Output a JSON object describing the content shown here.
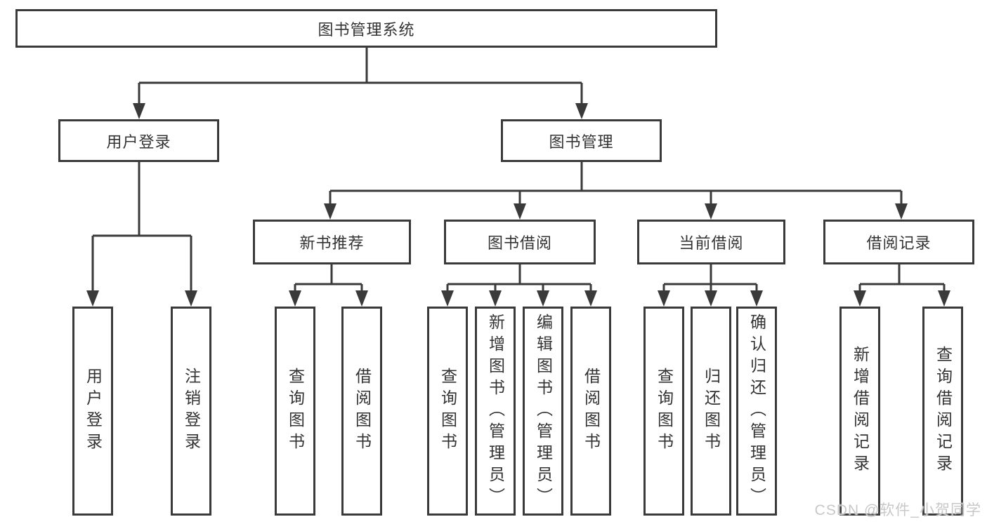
{
  "root": {
    "label": "图书管理系统"
  },
  "level2": [
    {
      "label": "用户登录"
    },
    {
      "label": "图书管理"
    }
  ],
  "level3": [
    {
      "label": "新书推荐"
    },
    {
      "label": "图书借阅"
    },
    {
      "label": "当前借阅"
    },
    {
      "label": "借阅记录"
    }
  ],
  "leaves": {
    "userLogin": [
      "用户登录",
      "注销登录"
    ],
    "newBooks": [
      "查询图书",
      "借阅图书"
    ],
    "bookBorrow": [
      "查询图书",
      "新增图书（管理员）",
      "编辑图书（管理员）",
      "借阅图书"
    ],
    "currentBorrow": [
      "查询图书",
      "归还图书",
      "确认归还（管理员）"
    ],
    "borrowRecords": [
      "新增借阅记录",
      "查询借阅记录"
    ]
  },
  "watermark": "CSDN @软件_小贺同学",
  "colors": {
    "line": "#3a3a3a",
    "text": "#333333",
    "background": "#ffffff",
    "watermark": "#c8c8c8"
  }
}
